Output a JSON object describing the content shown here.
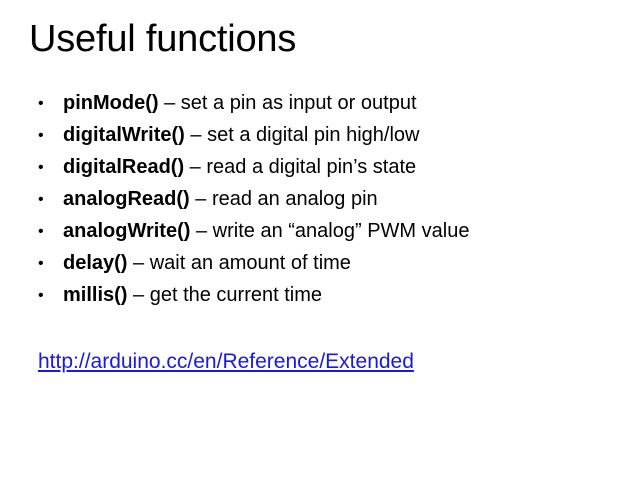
{
  "slide": {
    "title": "Useful functions",
    "background_color": "#FFFFFF",
    "text_color": "#000000",
    "bullet_marker": "•",
    "separator": "–",
    "items": [
      {
        "name": "pinMode()",
        "sep": " – ",
        "desc": "set a pin as input or output"
      },
      {
        "name": "digitalWrite()",
        "sep": " – ",
        "desc": "set a digital pin high/low"
      },
      {
        "name": "digitalRead()",
        "sep": " – ",
        "desc": "read a digital pin’s state"
      },
      {
        "name": "analogRead()",
        "sep": " – ",
        "desc": "read an analog pin"
      },
      {
        "name": "analogWrite()",
        "sep": " – ",
        "desc": "write an “analog” PWM value"
      },
      {
        "name": "delay()",
        "sep": " – ",
        "desc": "wait an amount of time"
      },
      {
        "name": "millis()",
        "sep": " – ",
        "desc": "get the current time"
      }
    ],
    "link": {
      "label": "http://arduino.cc/en/Reference/Extended",
      "color": "#1818E8"
    }
  }
}
